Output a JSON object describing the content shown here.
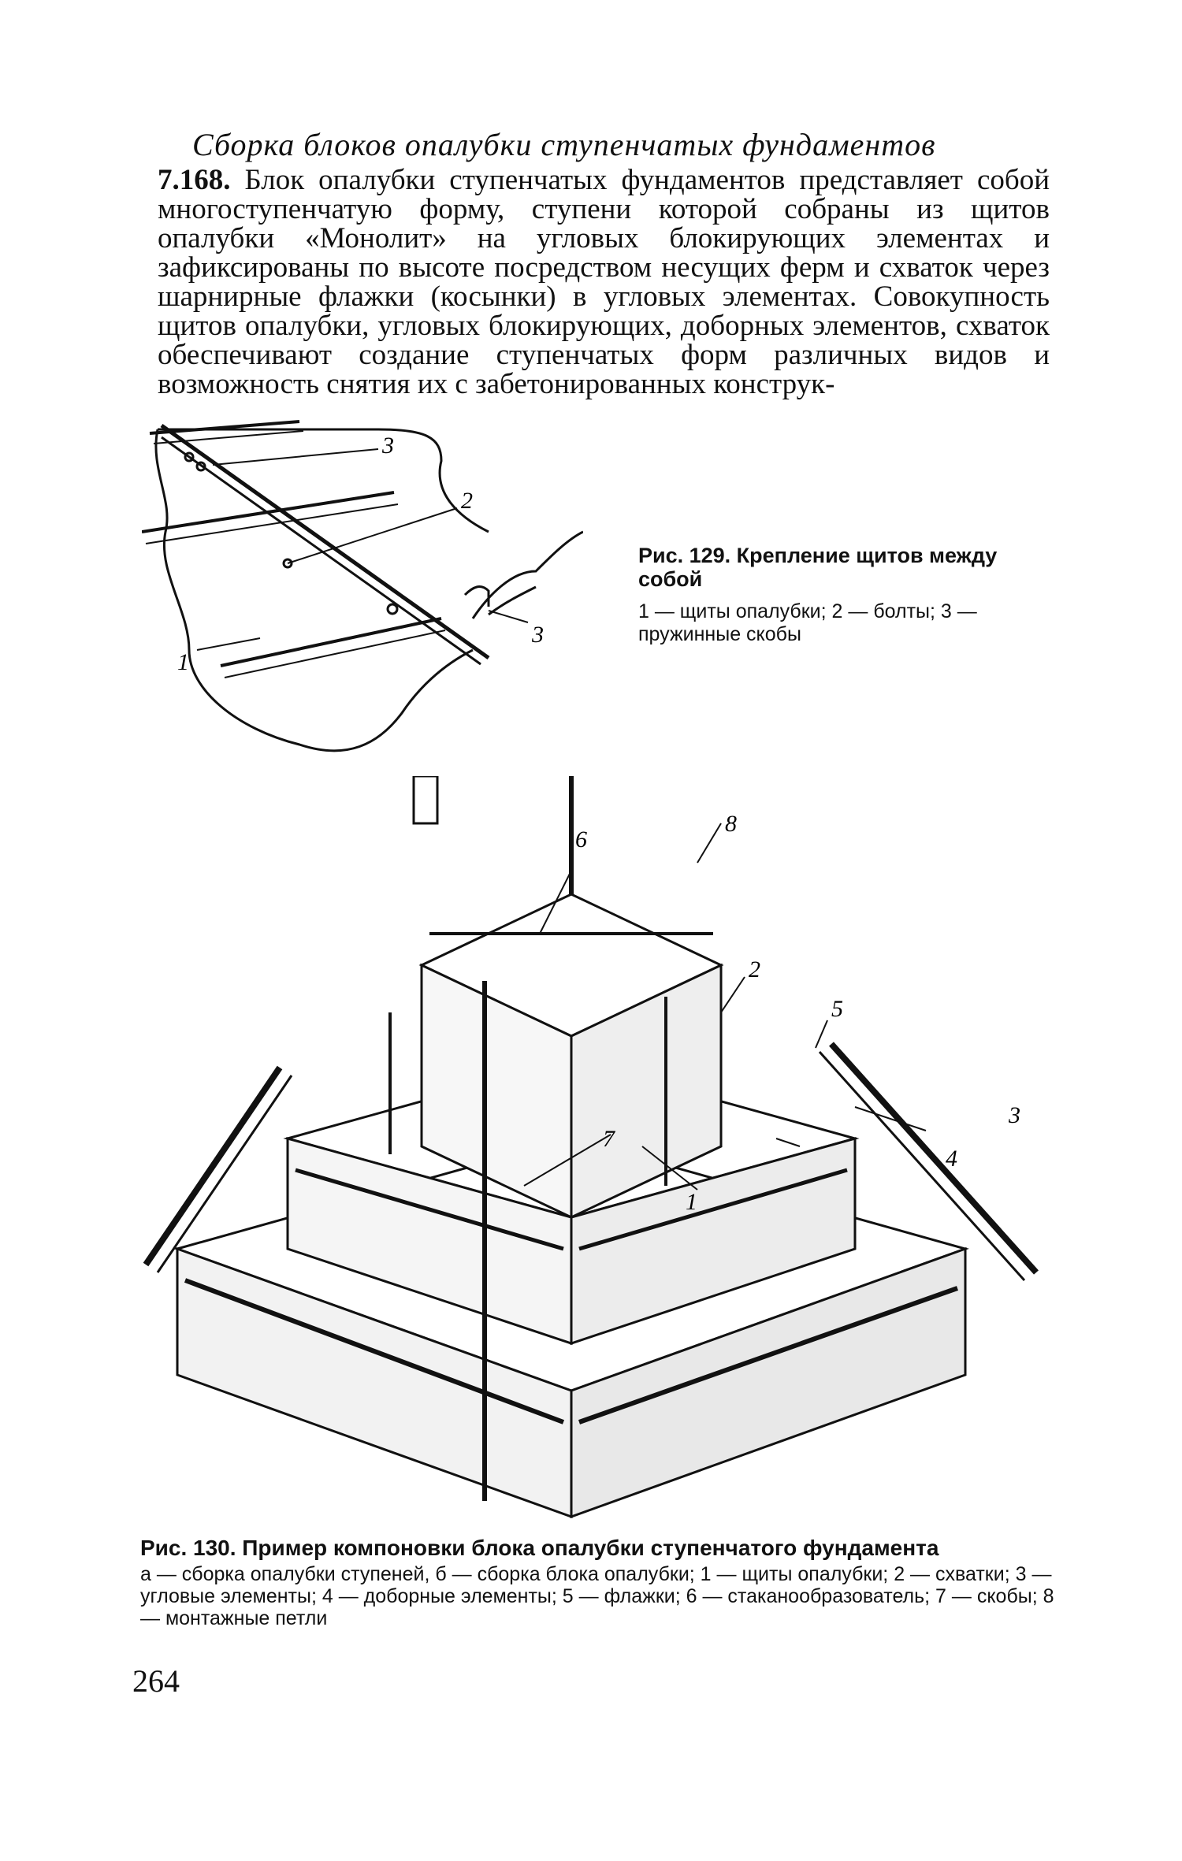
{
  "section_heading": "Сборка блоков опалубки ступенчатых фундаментов",
  "paragraph": {
    "number": "7.168.",
    "text": "Блок опалубки ступенчатых фундаментов представляет собой многоступенчатую форму, ступени которой собраны из щитов опалубки «Монолит» на угловых блокирующих элементах и зафиксированы по высоте посредством несущих ферм и схваток через шарнирные флажки (косынки) в угловых элементах. Совокупность щитов опалубки, угловых блокирующих, доборных элементов, схваток обеспечивают создание ступенчатых форм различных видов и возможность снятия их с забетонированных конструк-"
  },
  "figure129": {
    "labels": [
      "3",
      "2",
      "1",
      "3"
    ],
    "caption_title": "Рис. 129. Крепление щитов между собой",
    "legend": "1 — щиты опалубки; 2 — болты; 3 — пружинные скобы"
  },
  "figure130": {
    "labels": [
      "6",
      "8",
      "2",
      "5",
      "3",
      "4",
      "7",
      "1"
    ],
    "caption_title": "Рис. 130. Пример компоновки блока опалубки ступенчатого фундамента",
    "legend": "а — сборка опалубки ступеней, б — сборка блока опалубки; 1 — щиты опалубки; 2 — схватки; 3 — угловые элементы; 4 — доборные элементы; 5 — флажки; 6 — стаканообразователь; 7 — скобы; 8 — монтажные петли"
  },
  "page_number": "264"
}
